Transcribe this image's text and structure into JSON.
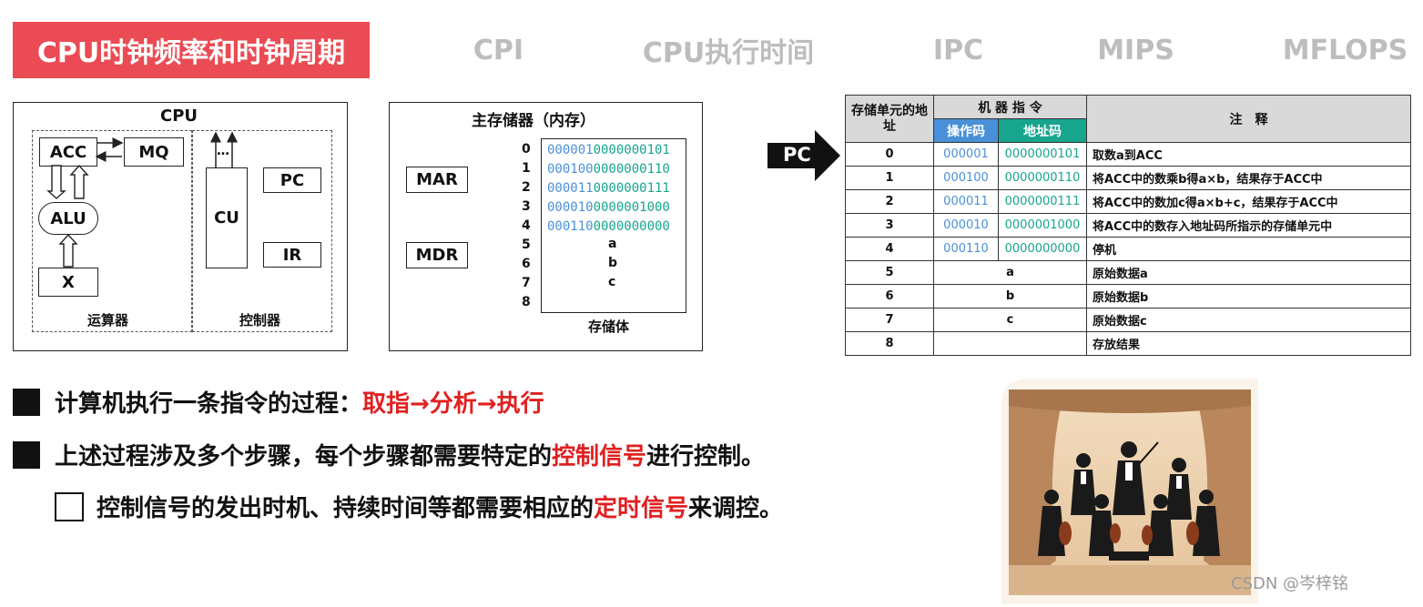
{
  "tabs": [
    {
      "label": "CPU时钟频率和时钟周期",
      "active": true
    },
    {
      "label": "CPI"
    },
    {
      "label": "CPU执行时间"
    },
    {
      "label": "IPC"
    },
    {
      "label": "MIPS"
    },
    {
      "label": "MFLOPS"
    }
  ],
  "cpu": {
    "title": "CPU",
    "acc": "ACC",
    "mq": "MQ",
    "alu": "ALU",
    "x": "X",
    "alu_unit": "运算器",
    "cu": "CU",
    "cu_dots": "…",
    "pc": "PC",
    "ir": "IR",
    "control_unit": "控制器"
  },
  "memory": {
    "title": "主存储器（内存）",
    "mar": "MAR",
    "mdr": "MDR",
    "storage": "存储体",
    "addresses": [
      "0",
      "1",
      "2",
      "3",
      "4",
      "5",
      "6",
      "7",
      "8"
    ],
    "words": [
      {
        "op": "000001",
        "addr": "0000000101"
      },
      {
        "op": "000100",
        "addr": "0000000110"
      },
      {
        "op": "000011",
        "addr": "0000000111"
      },
      {
        "op": "000010",
        "addr": "0000001000"
      },
      {
        "op": "000110",
        "addr": "0000000000"
      }
    ],
    "data": [
      "a",
      "b",
      "c"
    ]
  },
  "pc_pointer": "PC",
  "table": {
    "h_addr": "存储单元的地址",
    "h_instr": "机 器 指 令",
    "h_op": "操作码",
    "h_adr": "地址码",
    "h_note": "注　释",
    "rows": [
      {
        "a": "0",
        "op": "000001",
        "ad": "0000000101",
        "note": "取数a到ACC"
      },
      {
        "a": "1",
        "op": "000100",
        "ad": "0000000110",
        "note": "将ACC中的数乘b得a×b，结果存于ACC中"
      },
      {
        "a": "2",
        "op": "000011",
        "ad": "0000000111",
        "note": "将ACC中的数加c得a×b+c，结果存于ACC中"
      },
      {
        "a": "3",
        "op": "000010",
        "ad": "0000001000",
        "note": "将ACC中的数存入地址码所指示的存储单元中"
      },
      {
        "a": "4",
        "op": "000110",
        "ad": "0000000000",
        "note": "停机"
      },
      {
        "a": "5",
        "val": "a",
        "note": "原始数据a"
      },
      {
        "a": "6",
        "val": "b",
        "note": "原始数据b"
      },
      {
        "a": "7",
        "val": "c",
        "note": "原始数据c"
      },
      {
        "a": "8",
        "val": "",
        "note": "存放结果"
      }
    ]
  },
  "bullets": {
    "b1_pre": "计算机执行一条指令的过程：",
    "b1_red": "取指→分析→执行",
    "b2_pre": "上述过程涉及多个步骤，每个步骤都需要特定的",
    "b2_red": "控制信号",
    "b2_post": "进行控制。",
    "b3_pre": "控制信号的发出时机、持续时间等都需要相应的",
    "b3_red": "定时信号",
    "b3_post": "来调控。"
  },
  "watermark": "CSDN @岑梓铭",
  "colors": {
    "accent": "#ea4b54",
    "op_blue": "#4a90d9",
    "addr_teal": "#17a58e",
    "red": "#e02020"
  }
}
